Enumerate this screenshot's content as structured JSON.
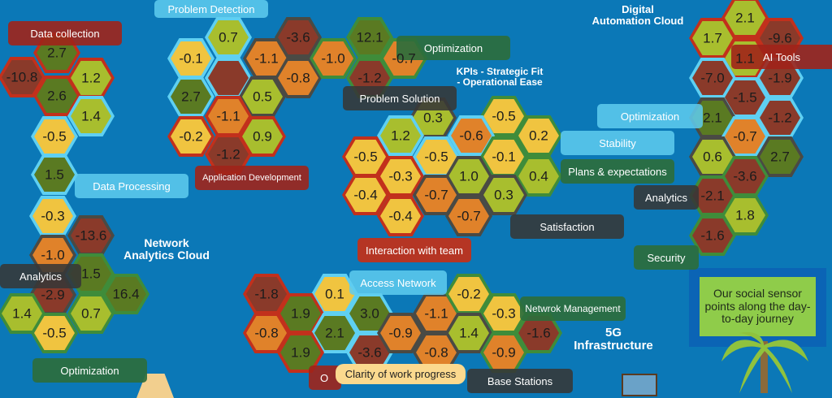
{
  "colors": {
    "background": "#0b78b7",
    "red": "#c2301c",
    "lightblue": "#5fd0f2",
    "green": "#3f8c3a",
    "dark": "#4a4a44",
    "fill_brown": "#8a3a2a",
    "fill_orange": "#e0822a",
    "fill_yellow": "#f0c440",
    "fill_lightgreen": "#a8be2e",
    "fill_darkgreen": "#5a7a22"
  },
  "titles": {
    "digital_cloud": "Digital\nAutomation Cloud",
    "kpis": "KPIs - Strategic Fit\n- Operational Ease",
    "network_cloud": "Network\nAnalytics Cloud",
    "infra": "5G\nInfrastructure"
  },
  "labels": {
    "data_collection": "Data collection",
    "problem_detection": "Problem Detection",
    "optimization_top": "Optimization",
    "ai_tools": "AI Tools",
    "problem_solution": "Problem Solution",
    "stability": "Stability",
    "optimization_right": "Optimization",
    "analytics_right": "Analytics",
    "plans": "Plans & expectations",
    "app_dev": "Application Development",
    "data_processing": "Data Processing",
    "interaction": "Interaction with team",
    "security": "Security",
    "satisfaction": "Satisfaction",
    "analytics_left": "Analytics",
    "access_network": "Access Network",
    "network_mgmt": "Netwrok Management",
    "optimization_bottom": "Optimization",
    "hidden_red": "O",
    "clarity": "Clarity of work progress",
    "base_stations": "Base Stations"
  },
  "callout": "Our social sensor points along the day-to-day journey",
  "hexes": [
    {
      "v": "2.7",
      "f": "darkgreen",
      "b": "red"
    },
    {
      "v": "-10.8",
      "f": "brown",
      "b": "red"
    },
    {
      "v": "1.2",
      "f": "lightgreen",
      "b": "red"
    },
    {
      "v": "2.6",
      "f": "darkgreen",
      "b": "red"
    },
    {
      "v": "1.4",
      "f": "lightgreen",
      "b": "lightblue"
    },
    {
      "v": "-0.5",
      "f": "yellow",
      "b": "lightblue"
    },
    {
      "v": "1.5",
      "f": "darkgreen",
      "b": "lightblue"
    },
    {
      "v": "-0.3",
      "f": "yellow",
      "b": "lightblue"
    },
    {
      "v": "-13.6",
      "f": "brown",
      "b": "dark"
    },
    {
      "v": "-1.0",
      "f": "orange",
      "b": "dark"
    },
    {
      "v": "1.5",
      "f": "darkgreen",
      "b": "green"
    },
    {
      "v": "-2.9",
      "f": "brown",
      "b": "dark"
    },
    {
      "v": "16.4",
      "f": "darkgreen",
      "b": "green"
    },
    {
      "v": "1.4",
      "f": "lightgreen",
      "b": "green"
    },
    {
      "v": "0.7",
      "f": "lightgreen",
      "b": "green"
    },
    {
      "v": "-0.5",
      "f": "yellow",
      "b": "green"
    },
    {
      "v": "-0.1",
      "f": "yellow",
      "b": "lightblue"
    },
    {
      "v": "0.7",
      "f": "lightgreen",
      "b": "lightblue"
    },
    {
      "v": "-1.1",
      "f": "orange",
      "b": "dark"
    },
    {
      "v": "-3.6",
      "f": "brown",
      "b": "dark"
    },
    {
      "v": "-0.8",
      "f": "orange",
      "b": "dark"
    },
    {
      "v": "2.7",
      "f": "darkgreen",
      "b": "lightblue"
    },
    {
      "v": "",
      "f": "brown",
      "b": "lightblue"
    },
    {
      "v": "0.5",
      "f": "lightgreen",
      "b": "dark"
    },
    {
      "v": "-1.1",
      "f": "orange",
      "b": "red"
    },
    {
      "v": "-0.2",
      "f": "yellow",
      "b": "red"
    },
    {
      "v": "0.9",
      "f": "lightgreen",
      "b": "red"
    },
    {
      "v": "-1.2",
      "f": "brown",
      "b": "red"
    },
    {
      "v": "-1.0",
      "f": "orange",
      "b": "green"
    },
    {
      "v": "12.1",
      "f": "darkgreen",
      "b": "green"
    },
    {
      "v": "-0.7",
      "f": "orange",
      "b": "green"
    },
    {
      "v": "-1.2",
      "f": "brown",
      "b": "green"
    },
    {
      "v": "0.3",
      "f": "lightgreen",
      "b": "dark"
    },
    {
      "v": "-0.5",
      "f": "yellow",
      "b": "green"
    },
    {
      "v": "1.2",
      "f": "lightgreen",
      "b": "lightblue"
    },
    {
      "v": "-0.6",
      "f": "orange",
      "b": "lightblue"
    },
    {
      "v": "0.2",
      "f": "yellow",
      "b": "green"
    },
    {
      "v": "-0.5",
      "f": "yellow",
      "b": "red"
    },
    {
      "v": "-0.5",
      "f": "yellow",
      "b": "lightblue"
    },
    {
      "v": "-0.1",
      "f": "yellow",
      "b": "green"
    },
    {
      "v": "-0.3",
      "f": "yellow",
      "b": "red"
    },
    {
      "v": "1.0",
      "f": "lightgreen",
      "b": "dark"
    },
    {
      "v": "0.4",
      "f": "lightgreen",
      "b": "green"
    },
    {
      "v": "-0.4",
      "f": "yellow",
      "b": "red"
    },
    {
      "v": "-0.7",
      "f": "orange",
      "b": "dark"
    },
    {
      "v": "0.3",
      "f": "lightgreen",
      "b": "dark"
    },
    {
      "v": "-0.4",
      "f": "yellow",
      "b": "red"
    },
    {
      "v": "-0.7",
      "f": "orange",
      "b": "dark"
    },
    {
      "v": "2.1",
      "f": "lightgreen",
      "b": "red"
    },
    {
      "v": "1.7",
      "f": "lightgreen",
      "b": "red"
    },
    {
      "v": "-9.6",
      "f": "brown",
      "b": "red"
    },
    {
      "v": "1.1",
      "f": "lightgreen",
      "b": "red"
    },
    {
      "v": "-7.0",
      "f": "brown",
      "b": "lightblue"
    },
    {
      "v": "-1.9",
      "f": "brown",
      "b": "lightblue"
    },
    {
      "v": "-1.5",
      "f": "brown",
      "b": "lightblue"
    },
    {
      "v": "2.1",
      "f": "darkgreen",
      "b": "dark"
    },
    {
      "v": "-1.2",
      "f": "brown",
      "b": "lightblue"
    },
    {
      "v": "-0.7",
      "f": "orange",
      "b": "lightblue"
    },
    {
      "v": "0.6",
      "f": "lightgreen",
      "b": "dark"
    },
    {
      "v": "2.7",
      "f": "darkgreen",
      "b": "dark"
    },
    {
      "v": "-3.6",
      "f": "brown",
      "b": "green"
    },
    {
      "v": "-2.1",
      "f": "brown",
      "b": "green"
    },
    {
      "v": "1.8",
      "f": "lightgreen",
      "b": "green"
    },
    {
      "v": "-1.6",
      "f": "brown",
      "b": "green"
    },
    {
      "v": "-1.8",
      "f": "brown",
      "b": "red"
    },
    {
      "v": "0.1",
      "f": "yellow",
      "b": "lightblue"
    },
    {
      "v": "1.9",
      "f": "darkgreen",
      "b": "red"
    },
    {
      "v": "-0.8",
      "f": "orange",
      "b": "red"
    },
    {
      "v": "2.1",
      "f": "darkgreen",
      "b": "lightblue"
    },
    {
      "v": "3.0",
      "f": "darkgreen",
      "b": "lightblue"
    },
    {
      "v": "1.9",
      "f": "darkgreen",
      "b": "red"
    },
    {
      "v": "-3.6",
      "f": "brown",
      "b": "lightblue"
    },
    {
      "v": "-0.9",
      "f": "orange",
      "b": "dark"
    },
    {
      "v": "-1.1",
      "f": "orange",
      "b": "dark"
    },
    {
      "v": "-0.8",
      "f": "orange",
      "b": "dark"
    },
    {
      "v": "-0.2",
      "f": "yellow",
      "b": "green"
    },
    {
      "v": "-0.3",
      "f": "yellow",
      "b": "green"
    },
    {
      "v": "1.4",
      "f": "lightgreen",
      "b": "dark"
    },
    {
      "v": "-1.6",
      "f": "brown",
      "b": "green"
    },
    {
      "v": "-0.9",
      "f": "orange",
      "b": "green"
    }
  ]
}
